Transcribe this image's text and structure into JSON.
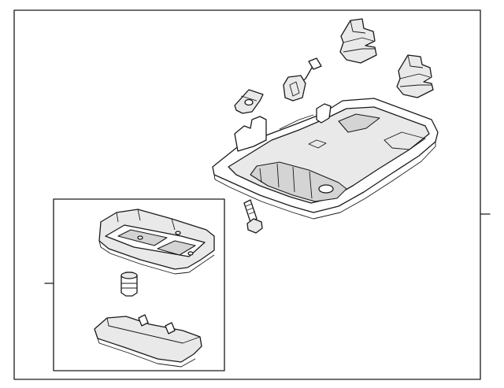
{
  "diagram": {
    "type": "exploded-parts-diagram",
    "background": "#ffffff",
    "line_color": "#1a1a1a",
    "parts": [
      "overhead-console-housing",
      "clip-upper",
      "clip-lower",
      "wire-connector",
      "mounting-bracket",
      "screw",
      "lamp-housing",
      "bulb",
      "lamp-lens"
    ],
    "detail_inset": "lamp-assembly"
  }
}
